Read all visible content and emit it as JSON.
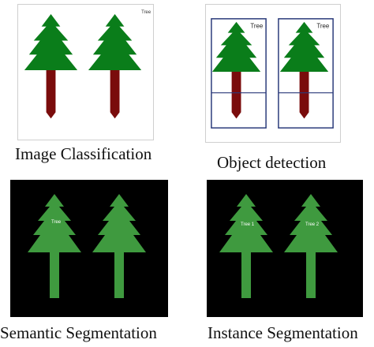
{
  "panels": [
    {
      "caption": "Image Classification",
      "labels": [
        "Tree"
      ]
    },
    {
      "caption": "Object detection",
      "labels": [
        "Tree",
        "Tree"
      ]
    },
    {
      "caption": "Semantic Segmentation",
      "labels": [
        "Tree"
      ]
    },
    {
      "caption": "Instance Segmentation",
      "labels": [
        "Tree 1",
        "Tree 2"
      ]
    }
  ],
  "colors": {
    "tree_foliage": "#0a7d1a",
    "tree_trunk": "#7a0c0c",
    "segmentation_mask": "#3f9a3f",
    "bounding_box": "#2a3a7a",
    "panel_background_dark": "#000000"
  }
}
